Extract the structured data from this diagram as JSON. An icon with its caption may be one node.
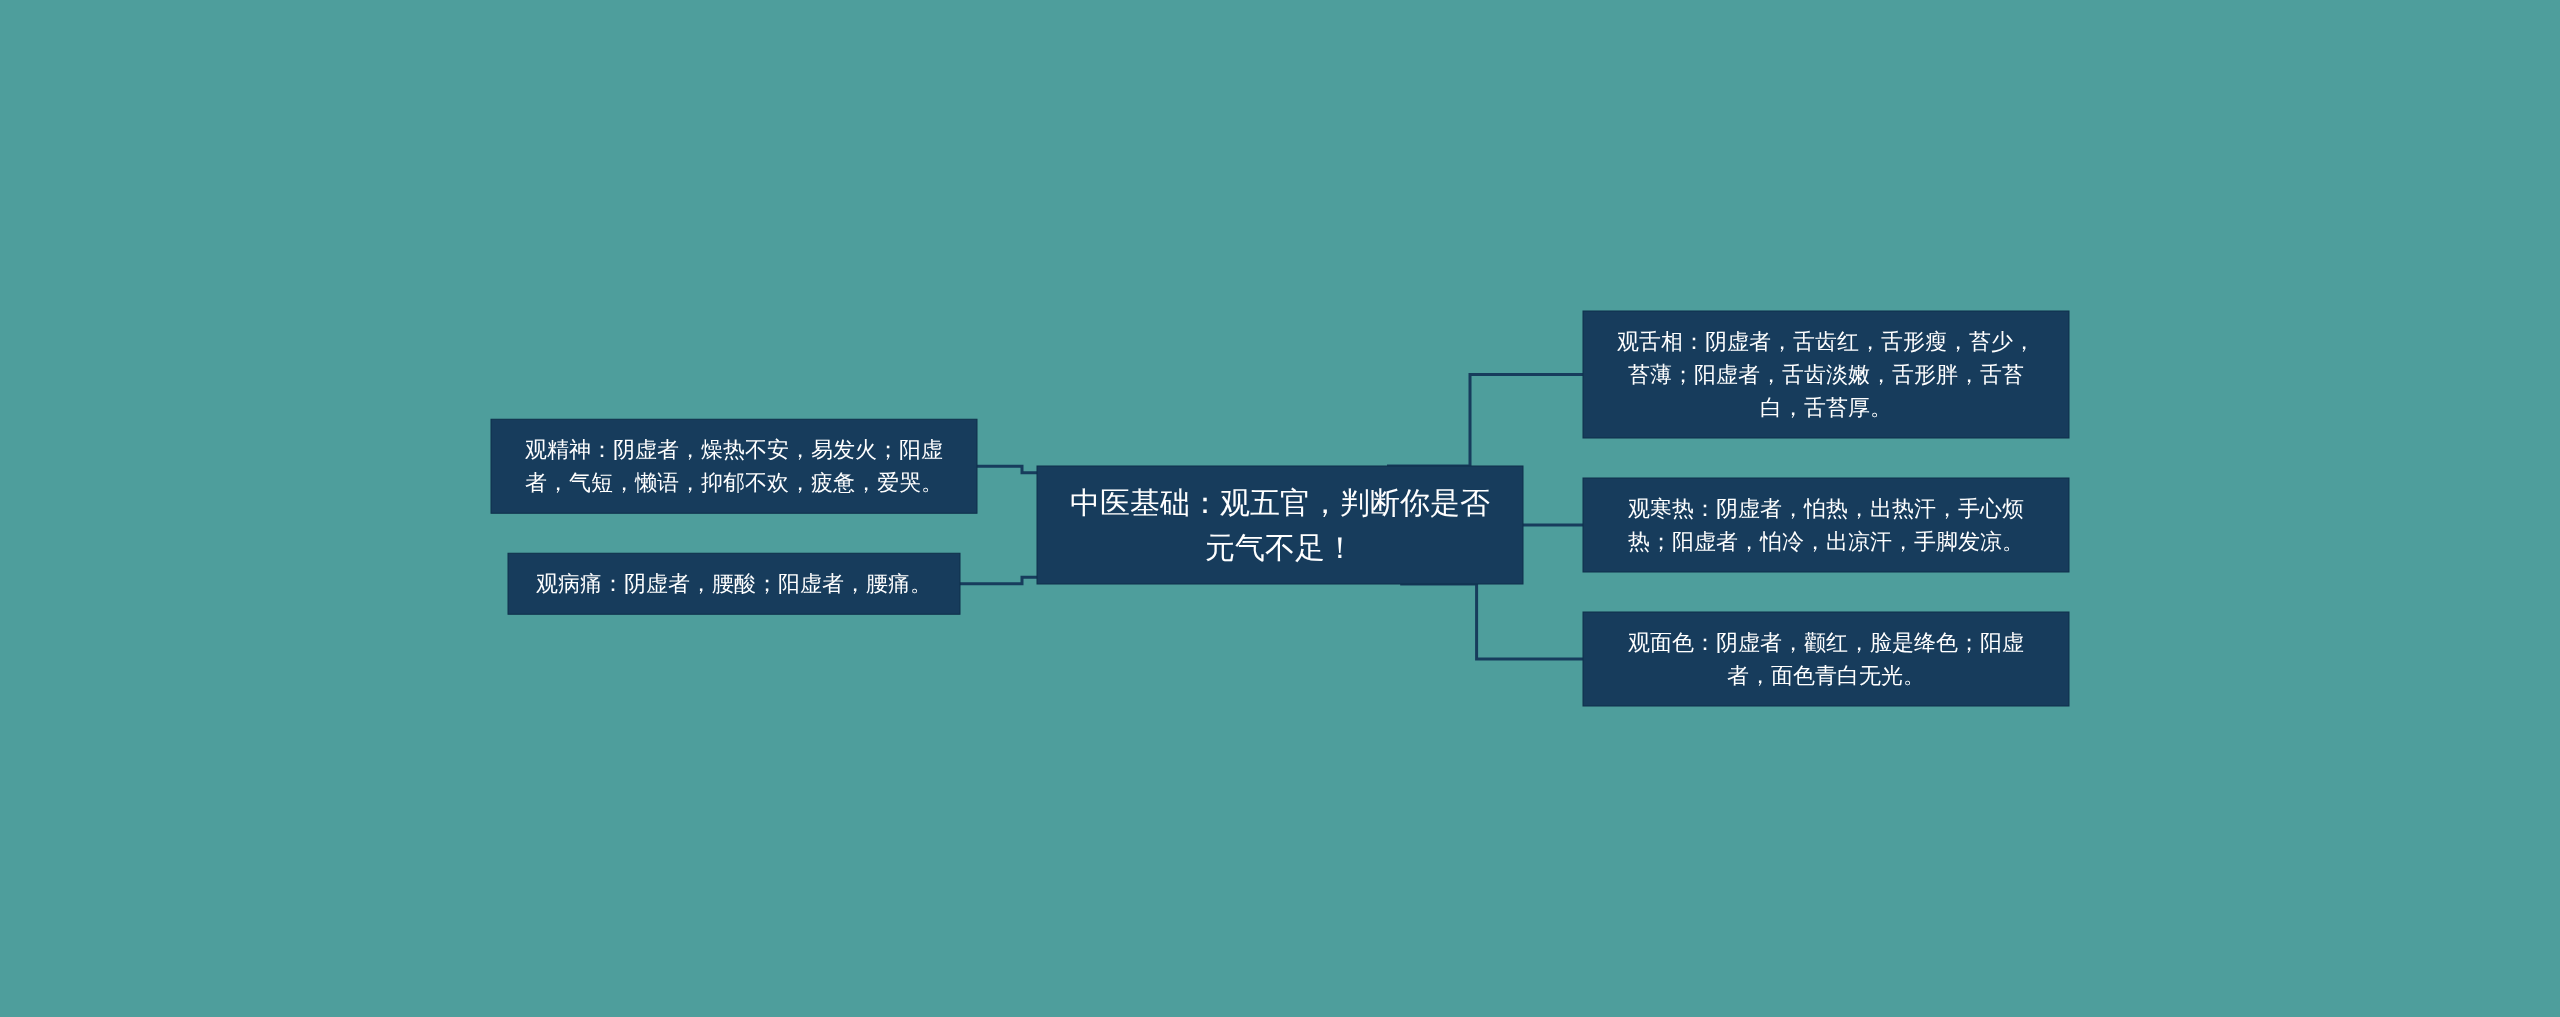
{
  "diagram": {
    "nodes": [
      {
        "text": [
          "中医基础：观五官，判断你是否元气不足！"
        ]
      },
      {
        "text": [
          "观精神：阴虚者，燥热不安，易发火；阳虚者，气短，懒语，抑郁不欢，疲惫，爱哭。"
        ]
      },
      {
        "text": [
          "观病痛：阴虚者，腰酸；阳虚者，腰痛。"
        ]
      },
      {
        "text": [
          "观舌相：阴虚者，舌齿红，舌形瘦，苔少，苔薄；阳虚者，舌齿淡嫩，舌形胖，舌苔白，舌苔厚。"
        ]
      },
      {
        "text": [
          "观寒热：阴虚者，怕热，出热汗，手心烦热；阳虚者，怕冷，出凉汗，手脚发凉。"
        ]
      },
      {
        "text": [
          "观面色：阴虚者，颧红，脸是绛色；阳虚者，面色青白无光。"
        ]
      }
    ],
    "edges": [
      {
        "from": 0,
        "to": 1,
        "arrow": "none"
      },
      {
        "from": 0,
        "to": 2,
        "arrow": "none"
      },
      {
        "from": 0,
        "to": 3,
        "arrow": "none"
      },
      {
        "from": 0,
        "to": 4,
        "arrow": "none"
      },
      {
        "from": 0,
        "to": 5,
        "arrow": "none"
      }
    ]
  }
}
